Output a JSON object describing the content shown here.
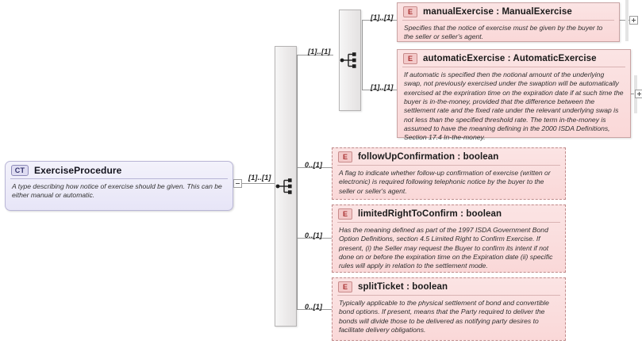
{
  "diagram": {
    "kind": "xsd-schema-diagram",
    "root": {
      "badge": "CT",
      "title": "ExerciseProcedure",
      "description": "A type describing how notice of exercise should be given. This can be either manual or automatic.",
      "toggle": "minus"
    },
    "root_connector_cardinality": "[1]..[1]",
    "compositors": [
      {
        "id": "choice-top",
        "type": "choice",
        "cardinality": "[1]..[1]"
      },
      {
        "id": "choice-main",
        "type": "choice"
      }
    ],
    "elements": [
      {
        "badge": "E",
        "name": "manualExercise",
        "type": "ManualExercise",
        "title": "manualExercise : ManualExercise",
        "description": "Specifies that the notice of exercise must be given by the buyer to the seller or seller's agent.",
        "cardinality": "[1]..[1]",
        "occurrence": "required",
        "toggle": "plus"
      },
      {
        "badge": "E",
        "name": "automaticExercise",
        "type": "AutomaticExercise",
        "title": "automaticExercise : AutomaticExercise",
        "description": "If automatic is specified then the notional amount of the underlying swap, not previously exercised under the swaption will be automatically exercised at the expriration time on the expiration date if at such time the buyer is in-the-money, provided that the difference between the settlement rate and the fixed rate under the relevant underlying swap is not less than the specified threshold rate. The term in-the-money is assumed to have the meaning defining in the 2000 ISDA Definitions, Section 17.4 In-the-money.",
        "cardinality": "[1]..[1]",
        "occurrence": "required",
        "toggle": "plus"
      },
      {
        "badge": "E",
        "name": "followUpConfirmation",
        "type": "boolean",
        "title": "followUpConfirmation : boolean",
        "description": "A flag to indicate whether follow-up confirmation of exercise (written or electronic) is required following telephonic notice by the buyer to the seller or seller's agent.",
        "cardinality": "0..[1]",
        "occurrence": "optional",
        "toggle": "none"
      },
      {
        "badge": "E",
        "name": "limitedRightToConfirm",
        "type": "boolean",
        "title": "limitedRightToConfirm : boolean",
        "description": "Has the meaning defined as part of the 1997 ISDA Government Bond Option Definitions, section 4.5 Limited Right to Confirm Exercise. If present, (i) the Seller may request the Buyer to confirm its intent if not done on or before the expiration time on the Expiration date (ii) specific rules will apply in relation to the settlement mode.",
        "cardinality": "0..[1]",
        "occurrence": "optional",
        "toggle": "none"
      },
      {
        "badge": "E",
        "name": "splitTicket",
        "type": "boolean",
        "title": "splitTicket : boolean",
        "description": "Typically applicable to the physical settlement of bond and convertible bond options. If present, means that the Party required to deliver the bonds will divide those to be delivered as notifying party desires to facilitate delivery obligations.",
        "cardinality": "0..[1]",
        "occurrence": "optional",
        "toggle": "none"
      }
    ],
    "colors": {
      "element_fill": "#fbe4e4",
      "element_border": "#c9a3a3",
      "complextype_fill": "#eceaf8",
      "complextype_border": "#b9b6d6",
      "connector_line": "#9a9a9a",
      "compositor_fill": "#eceaea"
    }
  }
}
